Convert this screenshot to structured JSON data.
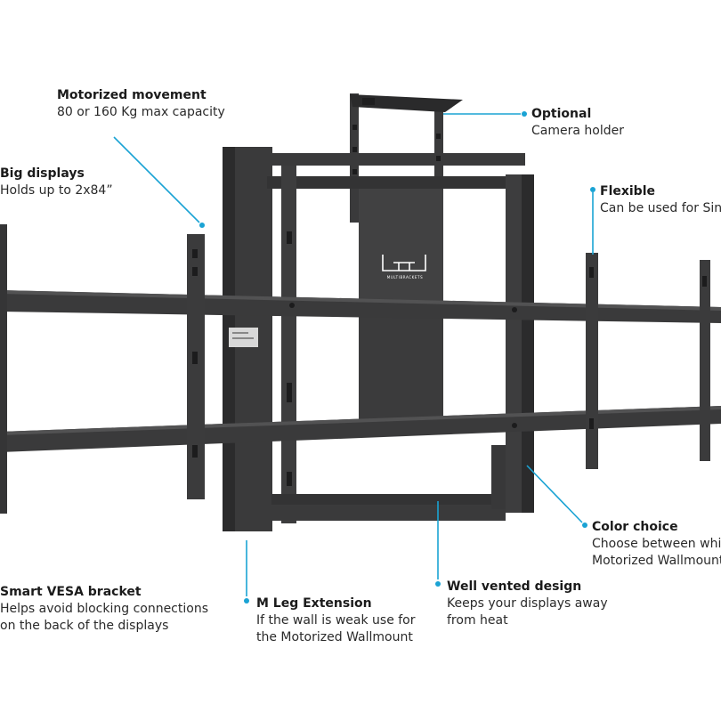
{
  "colors": {
    "accent": "#1aa3d4",
    "metal": "#3a3a3b",
    "metal_dark": "#232324",
    "metal_light": "#5a5a5b",
    "text": "#1b1b1b"
  },
  "logo": {
    "text": "MULTIBRACKETS"
  },
  "device_label": {
    "icon": "ce-label-icon"
  },
  "callouts": {
    "motorized": {
      "title": "Motorized movement",
      "desc1": "80 or 160 Kg max capacity"
    },
    "optional": {
      "title": "Optional",
      "desc1": "Camera holder"
    },
    "big": {
      "title": "Big displays",
      "desc1": "Holds up to 2x84”"
    },
    "flexible": {
      "title": "Flexible",
      "desc1": "Can be used for Sing"
    },
    "color": {
      "title": "Color choice",
      "desc1": "Choose between whit",
      "desc2": "Motorized Wallmount"
    },
    "vesa": {
      "title": "Smart VESA bracket",
      "desc1": "Helps avoid blocking connections",
      "desc2": "on the back of the displays"
    },
    "leg": {
      "title": "M Leg Extension",
      "desc1": "If the wall is weak use for",
      "desc2": "the Motorized Wallmount"
    },
    "vented": {
      "title": "Well vented design",
      "desc1": "Keeps your displays away",
      "desc2": "from heat"
    }
  }
}
